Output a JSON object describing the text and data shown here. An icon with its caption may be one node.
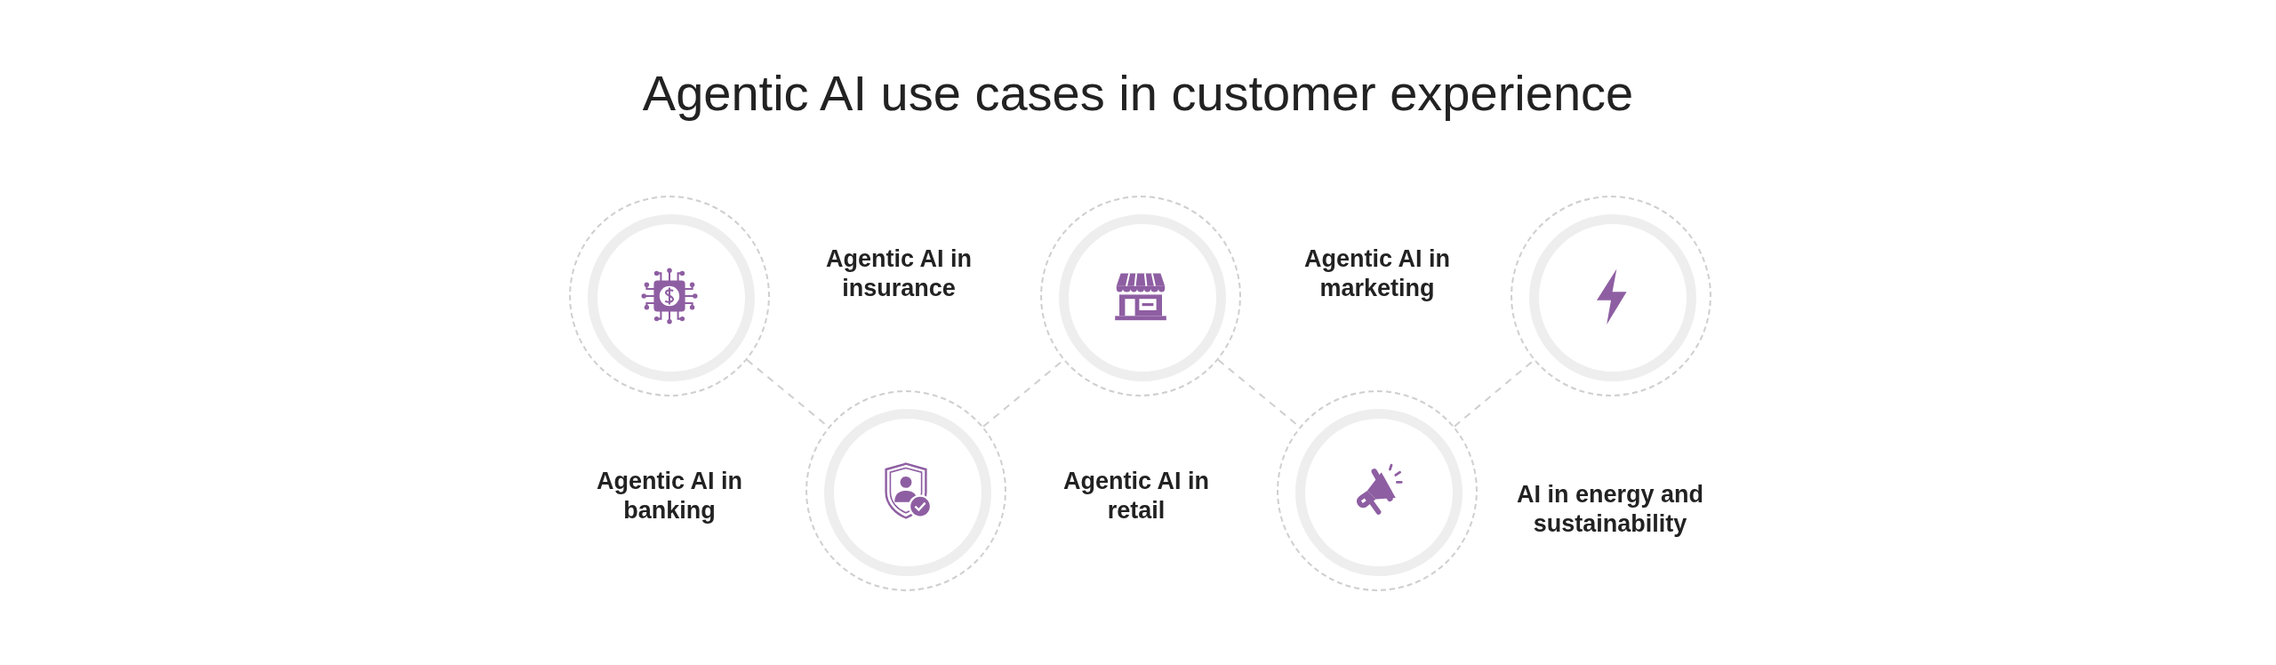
{
  "diagram": {
    "title": "Agentic AI use cases in customer experience",
    "nodes": [
      {
        "text": [],
        "shape": "circle"
      },
      {
        "text": [],
        "shape": "circle"
      },
      {
        "text": [],
        "shape": "circle"
      },
      {
        "text": [],
        "shape": "circle"
      },
      {
        "text": [],
        "shape": "circle"
      }
    ],
    "edges": [
      {
        "from": 0,
        "to": 1,
        "arrow": "none",
        "style": "dashed"
      },
      {
        "from": 1,
        "to": 2,
        "arrow": "none",
        "style": "dashed"
      },
      {
        "from": 2,
        "to": 3,
        "arrow": "none",
        "style": "dashed"
      },
      {
        "from": 3,
        "to": 4,
        "arrow": "none",
        "style": "dashed"
      }
    ],
    "labels": [
      "Agentic AI in banking",
      "Agentic AI in insurance",
      "Agentic AI in retail",
      "Agentic AI in marketing",
      "AI in energy and sustainability"
    ]
  }
}
